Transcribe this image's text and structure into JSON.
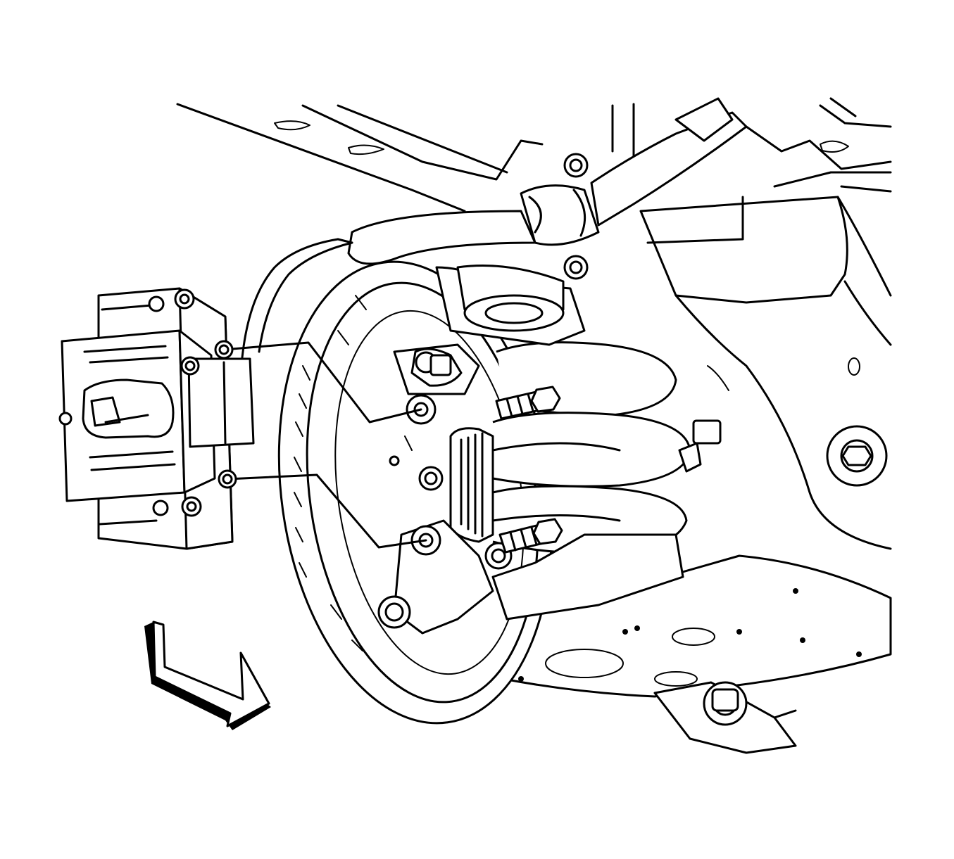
{
  "figure": {
    "kind": "line-art service illustration",
    "style": "black outlines on white background",
    "colors": {
      "stroke": "#000000",
      "background": "#ffffff"
    }
  },
  "components": [
    {
      "id": "brake-caliper"
    },
    {
      "id": "brake-rotor"
    },
    {
      "id": "caliper-bracket-bolt",
      "count": 2
    },
    {
      "id": "knuckle"
    },
    {
      "id": "coil-spring"
    },
    {
      "id": "stabilizer-bar"
    },
    {
      "id": "lower-control-arm"
    },
    {
      "id": "brake-hose"
    },
    {
      "id": "subframe"
    }
  ],
  "indicators": [
    {
      "id": "direction-arrow",
      "points": "right-down",
      "style": "hollow-outline-with-shadow"
    }
  ]
}
